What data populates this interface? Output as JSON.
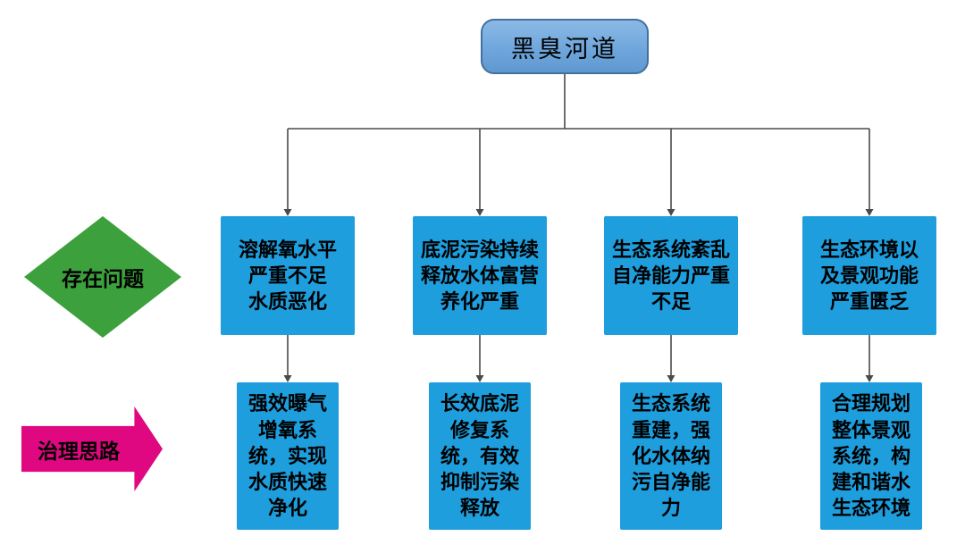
{
  "diagram": {
    "root": "黑臭河道",
    "legend": {
      "problems_label": "存在问题",
      "solutions_label": "治理思路"
    },
    "columns": [
      {
        "problem": "溶解氧水平\n严重不足\n水质恶化",
        "solution": "强效曝气\n增氧系\n统，实现\n水质快速\n净化"
      },
      {
        "problem": "底泥污染持续\n释放水体富营\n养化严重",
        "solution": "长效底泥\n修复系\n统，有效\n抑制污染\n释放"
      },
      {
        "problem": "生态系统紊乱\n自净能力严重\n不足",
        "solution": "生态系统\n重建，强\n化水体纳\n污自净能\n力"
      },
      {
        "problem": "生态环境以\n及景观功能\n严重匮乏",
        "solution": "合理规划\n整体景观\n系统，构\n建和谐水\n生态环境"
      }
    ],
    "colors": {
      "root_fill": "#6fa7dc",
      "root_border": "#41719c",
      "box_blue": "#1e9edd",
      "diamond_green": "#3ca03c",
      "arrow_pink": "#e00880",
      "connector": "#4a4a4a"
    }
  }
}
